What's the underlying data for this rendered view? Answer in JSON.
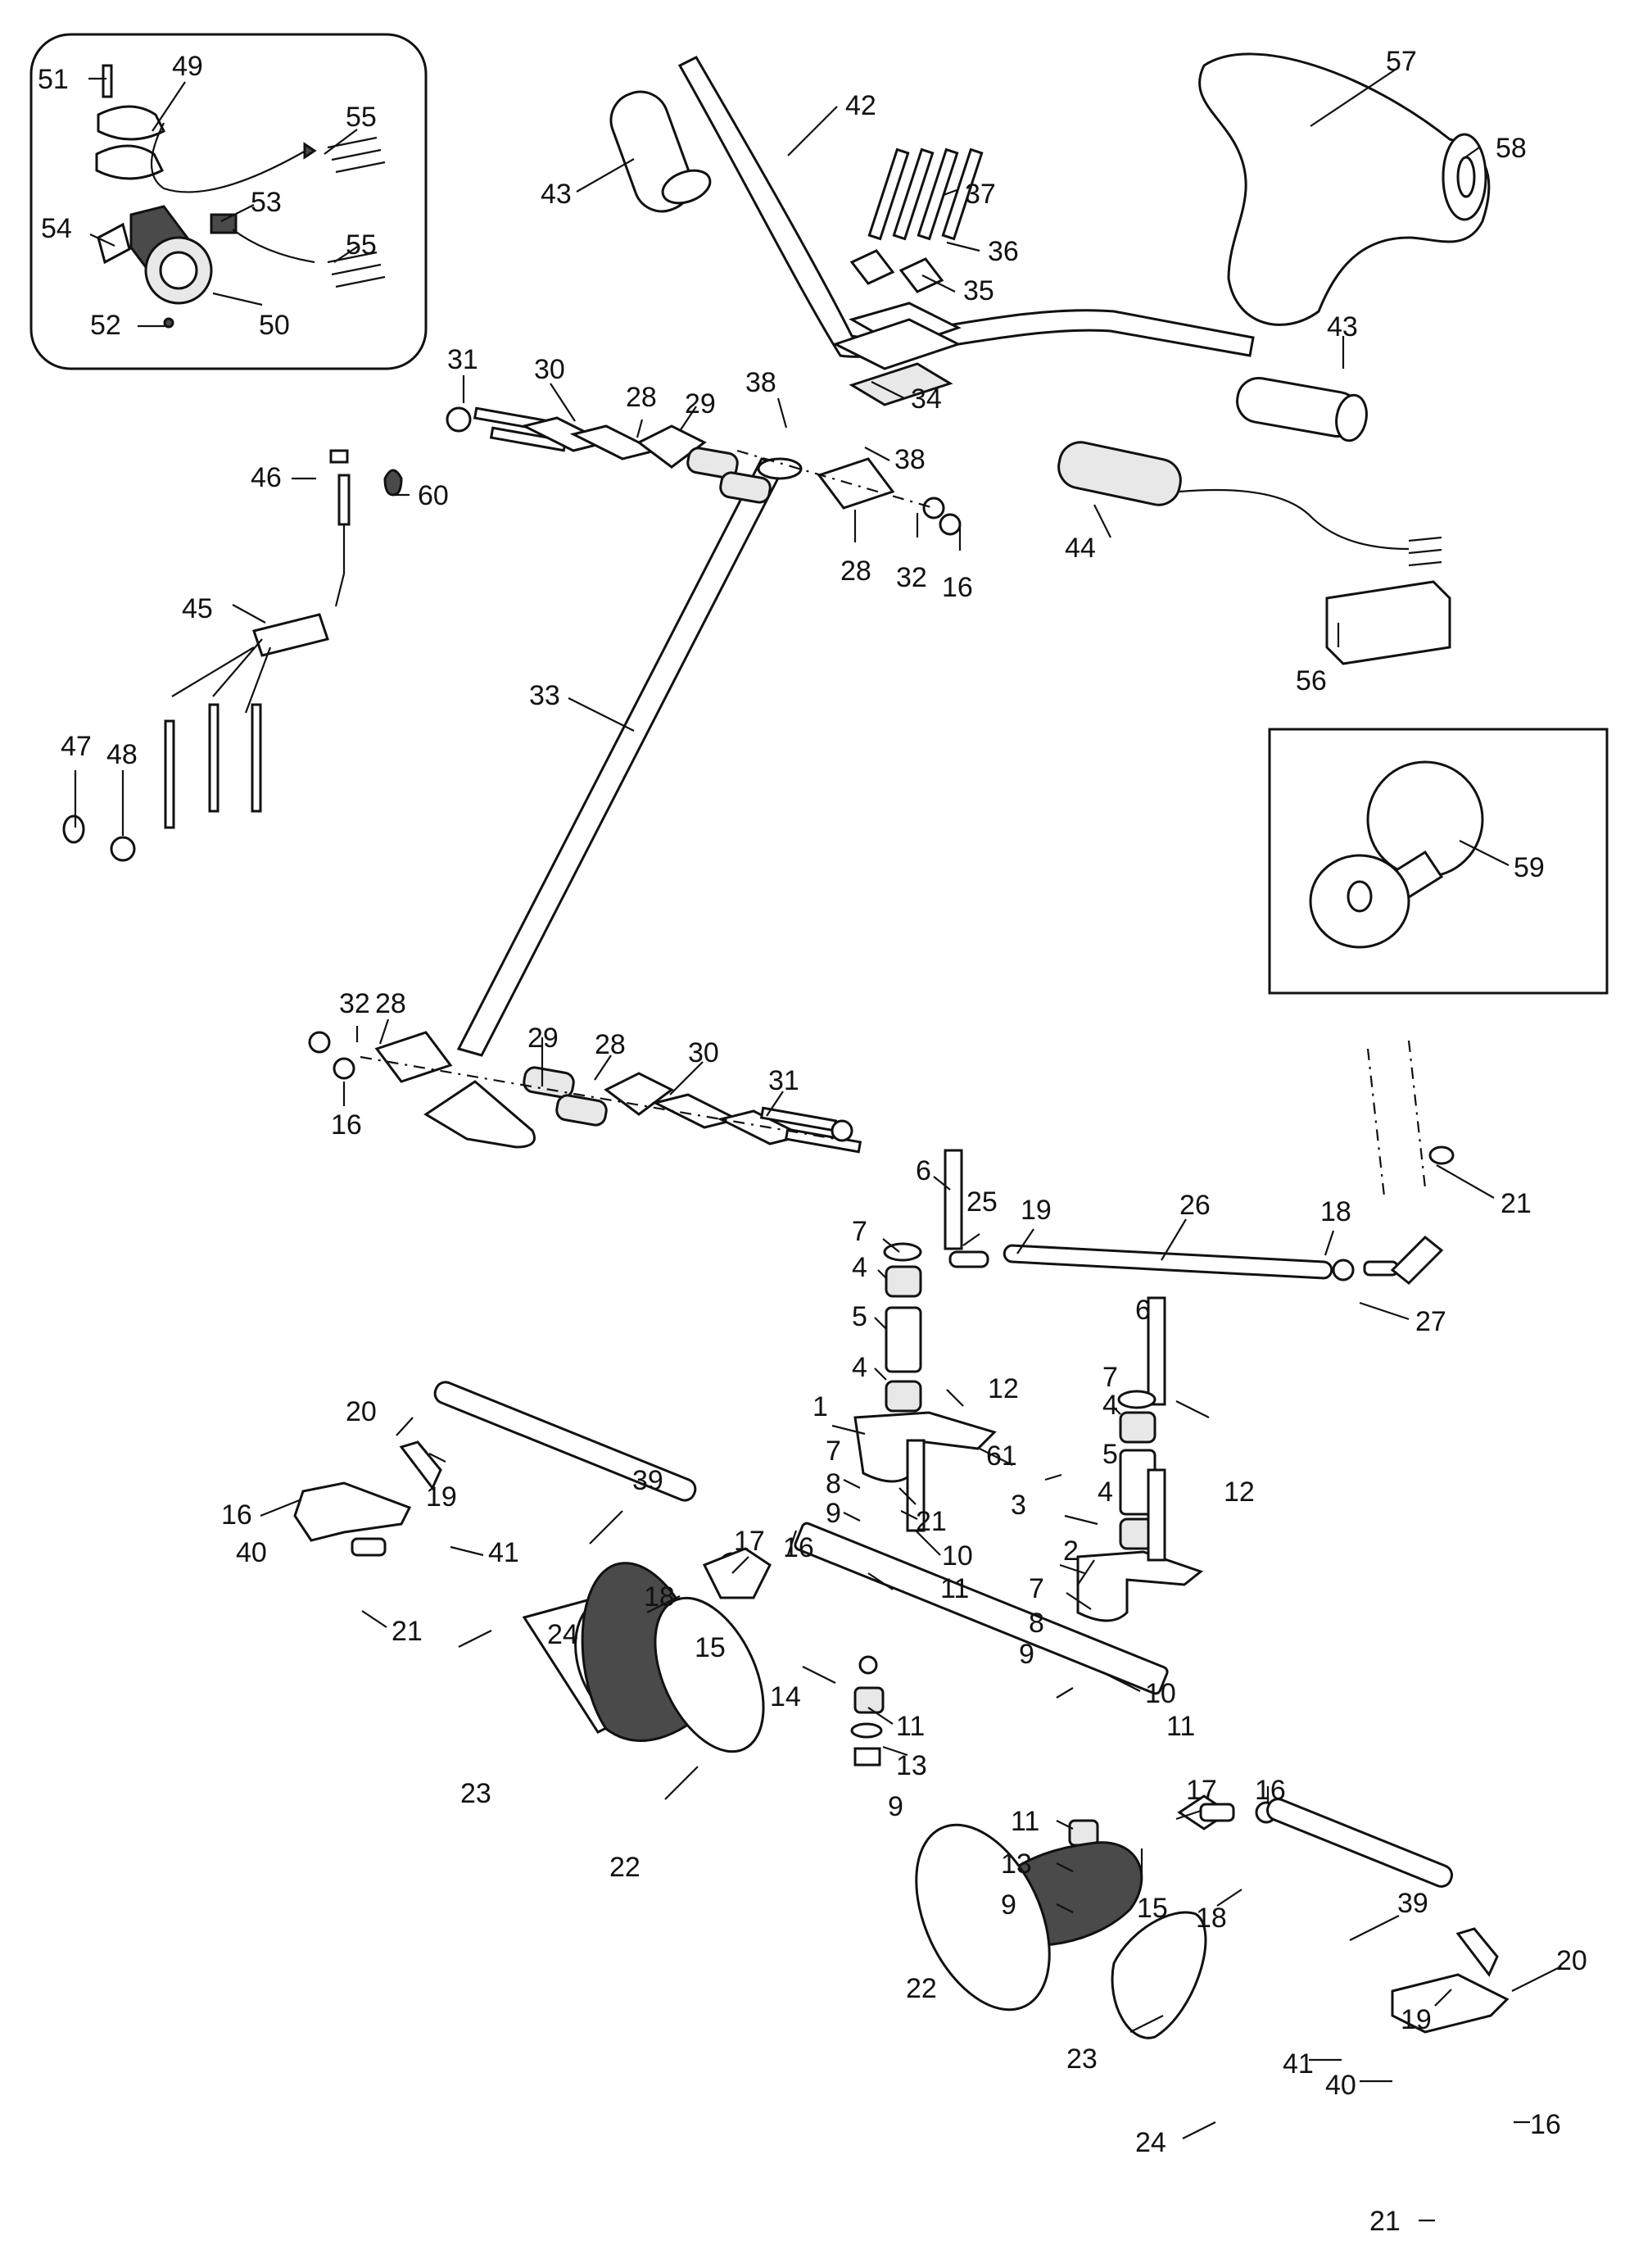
{
  "callouts": [
    {
      "id": "c51",
      "text": "51"
    },
    {
      "id": "c49",
      "text": "49"
    },
    {
      "id": "c55a",
      "text": "55"
    },
    {
      "id": "c53",
      "text": "53"
    },
    {
      "id": "c54",
      "text": "54"
    },
    {
      "id": "c55b",
      "text": "55"
    },
    {
      "id": "c52",
      "text": "52"
    },
    {
      "id": "c50",
      "text": "50"
    },
    {
      "id": "c42",
      "text": "42"
    },
    {
      "id": "c43a",
      "text": "43"
    },
    {
      "id": "c37",
      "text": "37"
    },
    {
      "id": "c36",
      "text": "36"
    },
    {
      "id": "c35",
      "text": "35"
    },
    {
      "id": "c57",
      "text": "57"
    },
    {
      "id": "c58",
      "text": "58"
    },
    {
      "id": "c43b",
      "text": "43"
    },
    {
      "id": "c34",
      "text": "34"
    },
    {
      "id": "c38a",
      "text": "38"
    },
    {
      "id": "c38b",
      "text": "38"
    },
    {
      "id": "c31a",
      "text": "31"
    },
    {
      "id": "c30a",
      "text": "30"
    },
    {
      "id": "c28a",
      "text": "28"
    },
    {
      "id": "c29a",
      "text": "29"
    },
    {
      "id": "c46",
      "text": "46"
    },
    {
      "id": "c60",
      "text": "60"
    },
    {
      "id": "c28b",
      "text": "28"
    },
    {
      "id": "c32a",
      "text": "32"
    },
    {
      "id": "c16a",
      "text": "16"
    },
    {
      "id": "c44",
      "text": "44"
    },
    {
      "id": "c45",
      "text": "45"
    },
    {
      "id": "c56",
      "text": "56"
    },
    {
      "id": "c33",
      "text": "33"
    },
    {
      "id": "c47",
      "text": "47"
    },
    {
      "id": "c48",
      "text": "48"
    },
    {
      "id": "c59",
      "text": "59"
    },
    {
      "id": "c32b",
      "text": "32"
    },
    {
      "id": "c28c",
      "text": "28"
    },
    {
      "id": "c29b",
      "text": "29"
    },
    {
      "id": "c28d",
      "text": "28"
    },
    {
      "id": "c30b",
      "text": "30"
    },
    {
      "id": "c31b",
      "text": "31"
    },
    {
      "id": "c16b",
      "text": "16"
    },
    {
      "id": "c6a",
      "text": "6"
    },
    {
      "id": "c25",
      "text": "25"
    },
    {
      "id": "c19a",
      "text": "19"
    },
    {
      "id": "c26",
      "text": "26"
    },
    {
      "id": "c18a",
      "text": "18"
    },
    {
      "id": "c21a",
      "text": "21"
    },
    {
      "id": "c7a",
      "text": "7"
    },
    {
      "id": "c4a",
      "text": "4"
    },
    {
      "id": "c27",
      "text": "27"
    },
    {
      "id": "c5a",
      "text": "5"
    },
    {
      "id": "c6b",
      "text": "6"
    },
    {
      "id": "c4b",
      "text": "4"
    },
    {
      "id": "c12a",
      "text": "12"
    },
    {
      "id": "c7b",
      "text": "7"
    },
    {
      "id": "c4c",
      "text": "4"
    },
    {
      "id": "c1",
      "text": "1"
    },
    {
      "id": "c5b",
      "text": "5"
    },
    {
      "id": "c20a",
      "text": "20"
    },
    {
      "id": "c61",
      "text": "61"
    },
    {
      "id": "c12b",
      "text": "12"
    },
    {
      "id": "c7c",
      "text": "7"
    },
    {
      "id": "c3",
      "text": "3"
    },
    {
      "id": "c4d",
      "text": "4"
    },
    {
      "id": "c8a",
      "text": "8"
    },
    {
      "id": "c21b",
      "text": "21"
    },
    {
      "id": "c16c",
      "text": "16"
    },
    {
      "id": "c19b",
      "text": "19"
    },
    {
      "id": "c39a",
      "text": "39"
    },
    {
      "id": "c9a",
      "text": "9"
    },
    {
      "id": "c2",
      "text": "2"
    },
    {
      "id": "c40a",
      "text": "40"
    },
    {
      "id": "c41a",
      "text": "41"
    },
    {
      "id": "c10a",
      "text": "10"
    },
    {
      "id": "c17a",
      "text": "17"
    },
    {
      "id": "c16d",
      "text": "16"
    },
    {
      "id": "c11a",
      "text": "11"
    },
    {
      "id": "c7d",
      "text": "7"
    },
    {
      "id": "c18b",
      "text": "18"
    },
    {
      "id": "c15a",
      "text": "15"
    },
    {
      "id": "c8b",
      "text": "8"
    },
    {
      "id": "c21c",
      "text": "21"
    },
    {
      "id": "c24a",
      "text": "24"
    },
    {
      "id": "c9b",
      "text": "9"
    },
    {
      "id": "c10b",
      "text": "10"
    },
    {
      "id": "c14",
      "text": "14"
    },
    {
      "id": "c11b",
      "text": "11"
    },
    {
      "id": "c11c",
      "text": "11"
    },
    {
      "id": "c23a",
      "text": "23"
    },
    {
      "id": "c13a",
      "text": "13"
    },
    {
      "id": "c9c",
      "text": "9"
    },
    {
      "id": "c17b",
      "text": "17"
    },
    {
      "id": "c16e",
      "text": "16"
    },
    {
      "id": "c22a",
      "text": "22"
    },
    {
      "id": "c11d",
      "text": "11"
    },
    {
      "id": "c13b",
      "text": "13"
    },
    {
      "id": "c9d",
      "text": "9"
    },
    {
      "id": "c15b",
      "text": "15"
    },
    {
      "id": "c18c",
      "text": "18"
    },
    {
      "id": "c39b",
      "text": "39"
    },
    {
      "id": "c22b",
      "text": "22"
    },
    {
      "id": "c19c",
      "text": "19"
    },
    {
      "id": "c20b",
      "text": "20"
    },
    {
      "id": "c23b",
      "text": "23"
    },
    {
      "id": "c41b",
      "text": "41"
    },
    {
      "id": "c40b",
      "text": "40"
    },
    {
      "id": "c16f",
      "text": "16"
    },
    {
      "id": "c24b",
      "text": "24"
    },
    {
      "id": "c21d",
      "text": "21"
    }
  ]
}
